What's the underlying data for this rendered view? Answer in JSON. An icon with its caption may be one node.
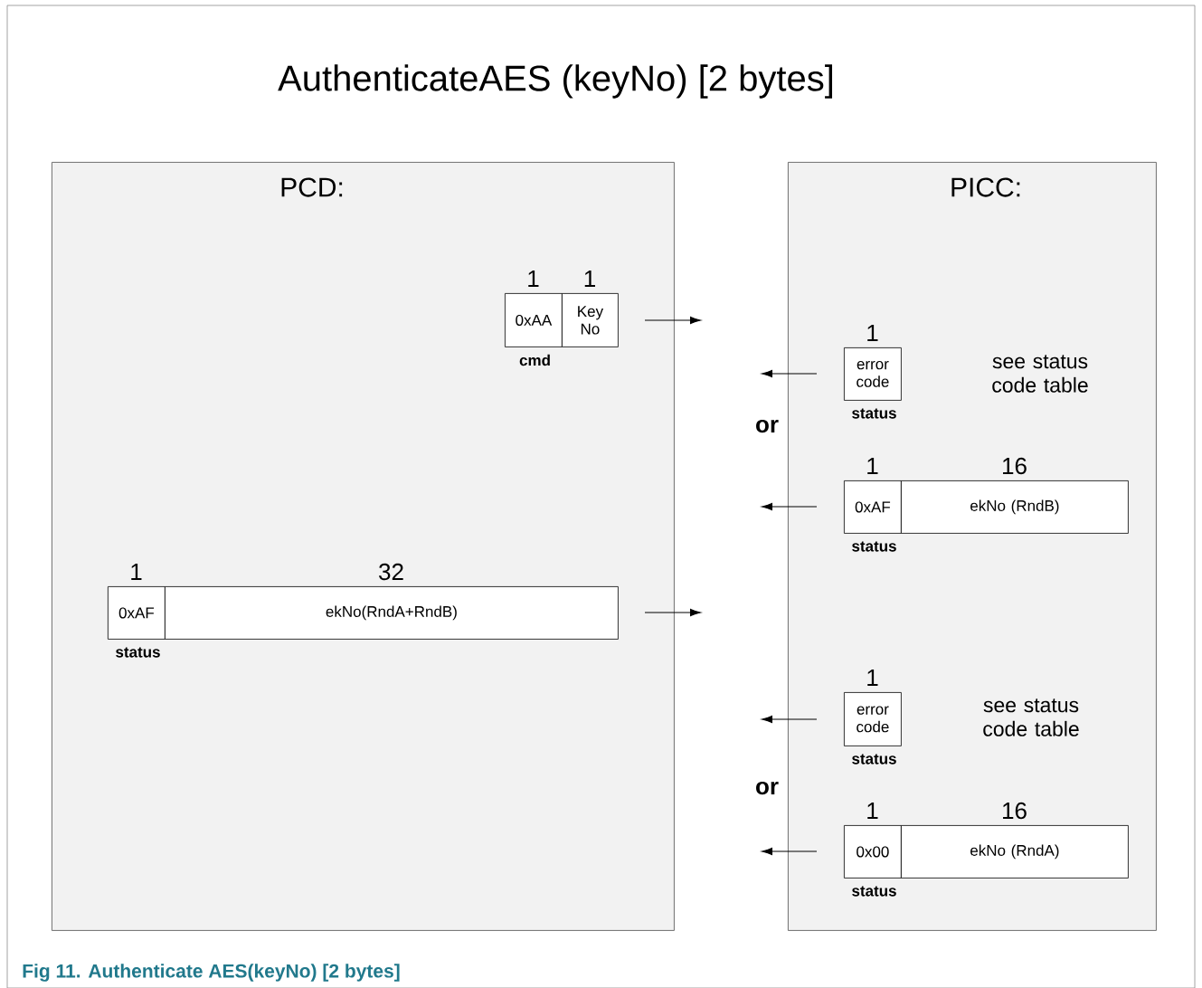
{
  "diagram": {
    "title": "AuthenticateAES (keyNo) [2 bytes]",
    "caption": "Fig 11.  Authenticate AES(keyNo) [2 bytes]",
    "nodes": [
      {
        "text": [
          "PCD:"
        ]
      },
      {
        "text": [
          "PICC:"
        ]
      },
      {
        "text": [
          "0xAA"
        ],
        "in": 0,
        "beside": [
          "1",
          "cmd"
        ]
      },
      {
        "text": [
          "Key No"
        ],
        "in": 0,
        "beside": [
          "1"
        ]
      },
      {
        "text": [
          "error code"
        ],
        "in": 1,
        "beside": [
          "1",
          "status"
        ]
      },
      {
        "text": [
          "0xAF"
        ],
        "in": 1,
        "beside": [
          "1",
          "status"
        ]
      },
      {
        "text": [
          "ekNo (RndB)"
        ],
        "in": 1,
        "beside": [
          "16"
        ]
      },
      {
        "text": [
          "0xAF"
        ],
        "in": 0,
        "beside": [
          "1",
          "status"
        ]
      },
      {
        "text": [
          "ekNo(RndA+RndB)"
        ],
        "in": 0,
        "beside": [
          "32"
        ]
      },
      {
        "text": [
          "error code"
        ],
        "in": 1,
        "beside": [
          "1",
          "status"
        ]
      },
      {
        "text": [
          "0x00"
        ],
        "in": 1,
        "beside": [
          "1",
          "status"
        ]
      },
      {
        "text": [
          "ekNo (RndA)"
        ],
        "in": 1,
        "beside": [
          "16"
        ]
      }
    ],
    "labels": [
      "see status code table",
      "or",
      "see status code table",
      "or"
    ]
  }
}
